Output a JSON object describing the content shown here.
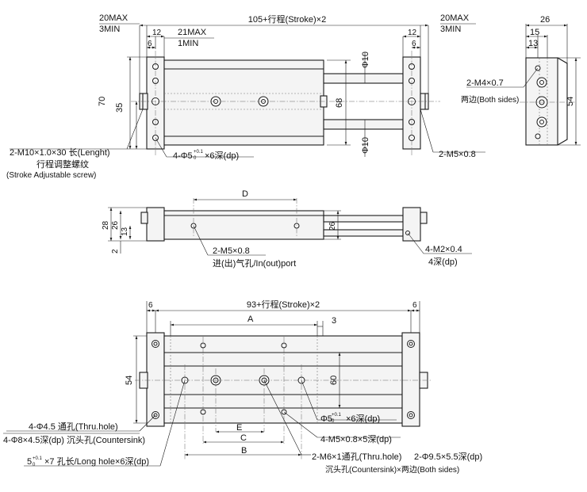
{
  "labels": {
    "top_20max": "20MAX",
    "top_3min": "3MIN",
    "top_12": "12",
    "top_6": "6",
    "top_21max": "21MAX",
    "top_1min": "1MIN",
    "top_stroke": "105+行程(Stroke)×2",
    "top_r20max": "20MAX",
    "top_r3min": "3MIN",
    "top_r12": "12",
    "top_r6": "6",
    "top_70": "70",
    "top_35": "35",
    "top_68": "68",
    "top_phi10a": "Φ10",
    "top_phi10b": "Φ10",
    "top_m10": "2-M10×1.0×30 长(Lenght)",
    "top_adj_cn": "行程调整螺纹",
    "top_adj_en": "(Stroke Adjustable screw)",
    "top_phi5": "4-Φ5",
    "top_phi5_tol": "+0.1",
    "top_phi5_tol0": "0",
    "top_phi5_suffix": "×6深(dp)",
    "top_m5": "2-M5×0.8",
    "side_26": "26",
    "side_15": "15",
    "side_13": "13",
    "side_54": "54",
    "side_m4": "2-M4×0.7",
    "side_both": "两边(Both sides)",
    "mid_D": "D",
    "mid_28": "28",
    "mid_26": "26",
    "mid_13": "13",
    "mid_2": "2",
    "mid_r26": "26",
    "mid_m5": "2-M5×0.8",
    "mid_port": "进(出)气孔/In(out)port",
    "mid_m2": "4-M2×0.4",
    "mid_m2dp": "4深(dp)",
    "bot_6l": "6",
    "bot_stroke": "93+行程(Stroke)×2",
    "bot_6r": "6",
    "bot_A": "A",
    "bot_3": "3",
    "bot_54": "54",
    "bot_60": "60",
    "bot_phi5": "Φ5",
    "bot_phi5_tol": "+0.1",
    "bot_phi5_tol0": "0",
    "bot_phi5_suffix": "×6深(dp)",
    "bot_m5": "4-M5×0.8×5深(dp)",
    "bot_E": "E",
    "bot_C": "C",
    "bot_B": "B",
    "bot_thru": "4-Φ4.5 通孔(Thru.hole)",
    "bot_cs": "4-Φ8×4.5深(dp) 沉头孔(Countersink)",
    "bot_long": "5",
    "bot_long_tol": "+0.1",
    "bot_long_tol0": "0",
    "bot_long_suffix": "×7 孔长/Long hole×6深(dp)",
    "bot_m6": "2-M6×1通孔(Thru.hole)",
    "bot_phi95": "2-Φ9.5×5.5深(dp)",
    "bot_cs2": "沉头孔(Countersink)×两边(Both sides)"
  }
}
